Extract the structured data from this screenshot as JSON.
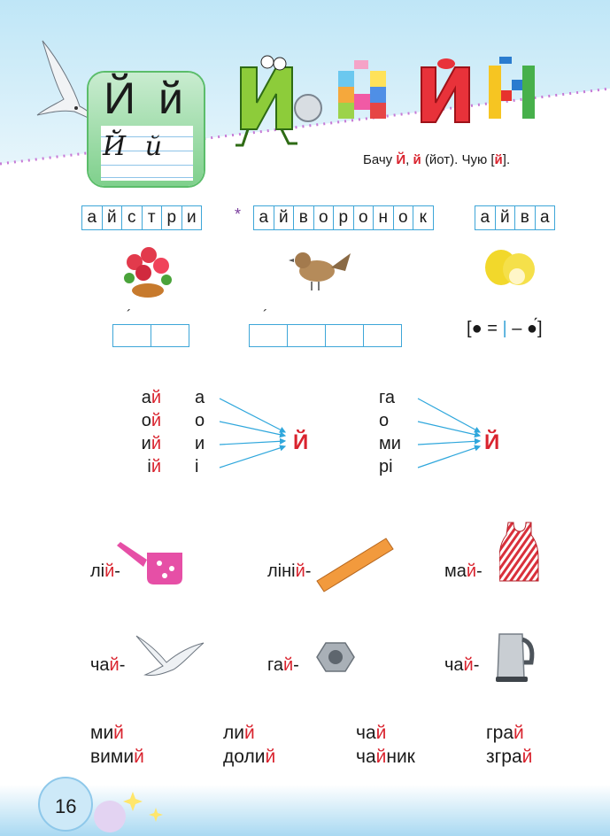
{
  "header": {
    "card_letters": "Й й",
    "card_script": "Й й",
    "caption": {
      "prefix": "Бачу ",
      "upper": "Й",
      "comma": ", ",
      "lower": "й",
      "mid": " (йот). Чую  [",
      "sound": "й",
      "end": "]."
    }
  },
  "words": [
    {
      "letters": [
        "а",
        "й",
        "с",
        "т",
        "р",
        "и"
      ],
      "star": ""
    },
    {
      "letters": [
        "а",
        "й",
        "в",
        "о",
        "р",
        "о",
        "н",
        "о",
        "к"
      ],
      "star": "*"
    },
    {
      "letters": [
        "а",
        "й",
        "в",
        "а"
      ],
      "star": ""
    }
  ],
  "schemes": {
    "accent_mark": "´",
    "legend": {
      "open": "[",
      "dot": "●",
      "eq": " = ",
      "bar": "|",
      "dash": " – ",
      "dot2": "●́",
      "close": "]"
    }
  },
  "syllables": {
    "left_col1": [
      {
        "pre": "а",
        "y": "й"
      },
      {
        "pre": "о",
        "y": "й"
      },
      {
        "pre": "и",
        "y": "й"
      },
      {
        "pre": "і",
        "y": "й"
      }
    ],
    "left_col2": [
      "а",
      "о",
      "и",
      "і"
    ],
    "left_target": "Й",
    "right_col": [
      "га",
      "о",
      "ми",
      "рі"
    ],
    "right_target": "Й"
  },
  "picture_words": [
    {
      "pre": "лі",
      "y": "й",
      "post": "-"
    },
    {
      "pre": "ліні",
      "y": "й",
      "post": "-"
    },
    {
      "pre": "ма",
      "y": "й",
      "post": "-"
    },
    {
      "pre": "ча",
      "y": "й",
      "post": "-"
    },
    {
      "pre": "га",
      "y": "й",
      "post": "-"
    },
    {
      "pre": "ча",
      "y": "й",
      "post": "-"
    }
  ],
  "bottom_words": [
    {
      "pre": "ми",
      "y": "й",
      "post": ""
    },
    {
      "pre": "ли",
      "y": "й",
      "post": ""
    },
    {
      "pre": "ча",
      "y": "й",
      "post": ""
    },
    {
      "pre": "гра",
      "y": "й",
      "post": ""
    },
    {
      "pre": "вими",
      "y": "й",
      "post": ""
    },
    {
      "pre": "доли",
      "y": "й",
      "post": ""
    },
    {
      "pre": "ча",
      "y": "й",
      "post": "ник"
    },
    {
      "pre": "згра",
      "y": "й",
      "post": ""
    }
  ],
  "page_number": "16",
  "colors": {
    "accent_red": "#d9232e",
    "box_blue": "#3ea6d8",
    "arrow_blue": "#2fa7dc"
  }
}
